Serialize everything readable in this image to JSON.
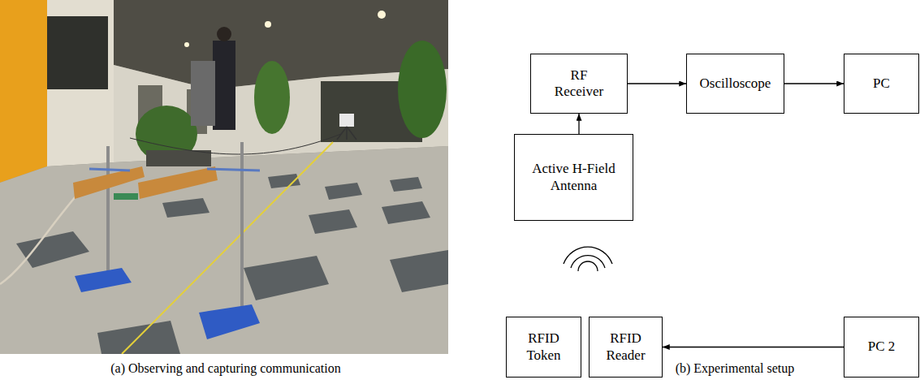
{
  "diagram": {
    "nodes": [
      {
        "text": [
          "RF Receiver"
        ]
      },
      {
        "text": [
          "Oscilloscope"
        ]
      },
      {
        "text": [
          "PC"
        ]
      },
      {
        "text": [
          "Active H-Field Antenna"
        ]
      },
      {
        "text": [
          "RFID Token"
        ]
      },
      {
        "text": [
          "RFID Reader"
        ]
      },
      {
        "text": [
          "PC 2"
        ]
      }
    ],
    "edges": [
      {
        "from": 0,
        "to": 1,
        "arrow": "to"
      },
      {
        "from": 1,
        "to": 2,
        "arrow": "to"
      },
      {
        "from": 3,
        "to": 0,
        "arrow": "to"
      },
      {
        "from": 6,
        "to": 5,
        "arrow": "to"
      }
    ],
    "labels": [
      "(a) Observing and capturing communication",
      "(b) Experimental setup"
    ]
  }
}
